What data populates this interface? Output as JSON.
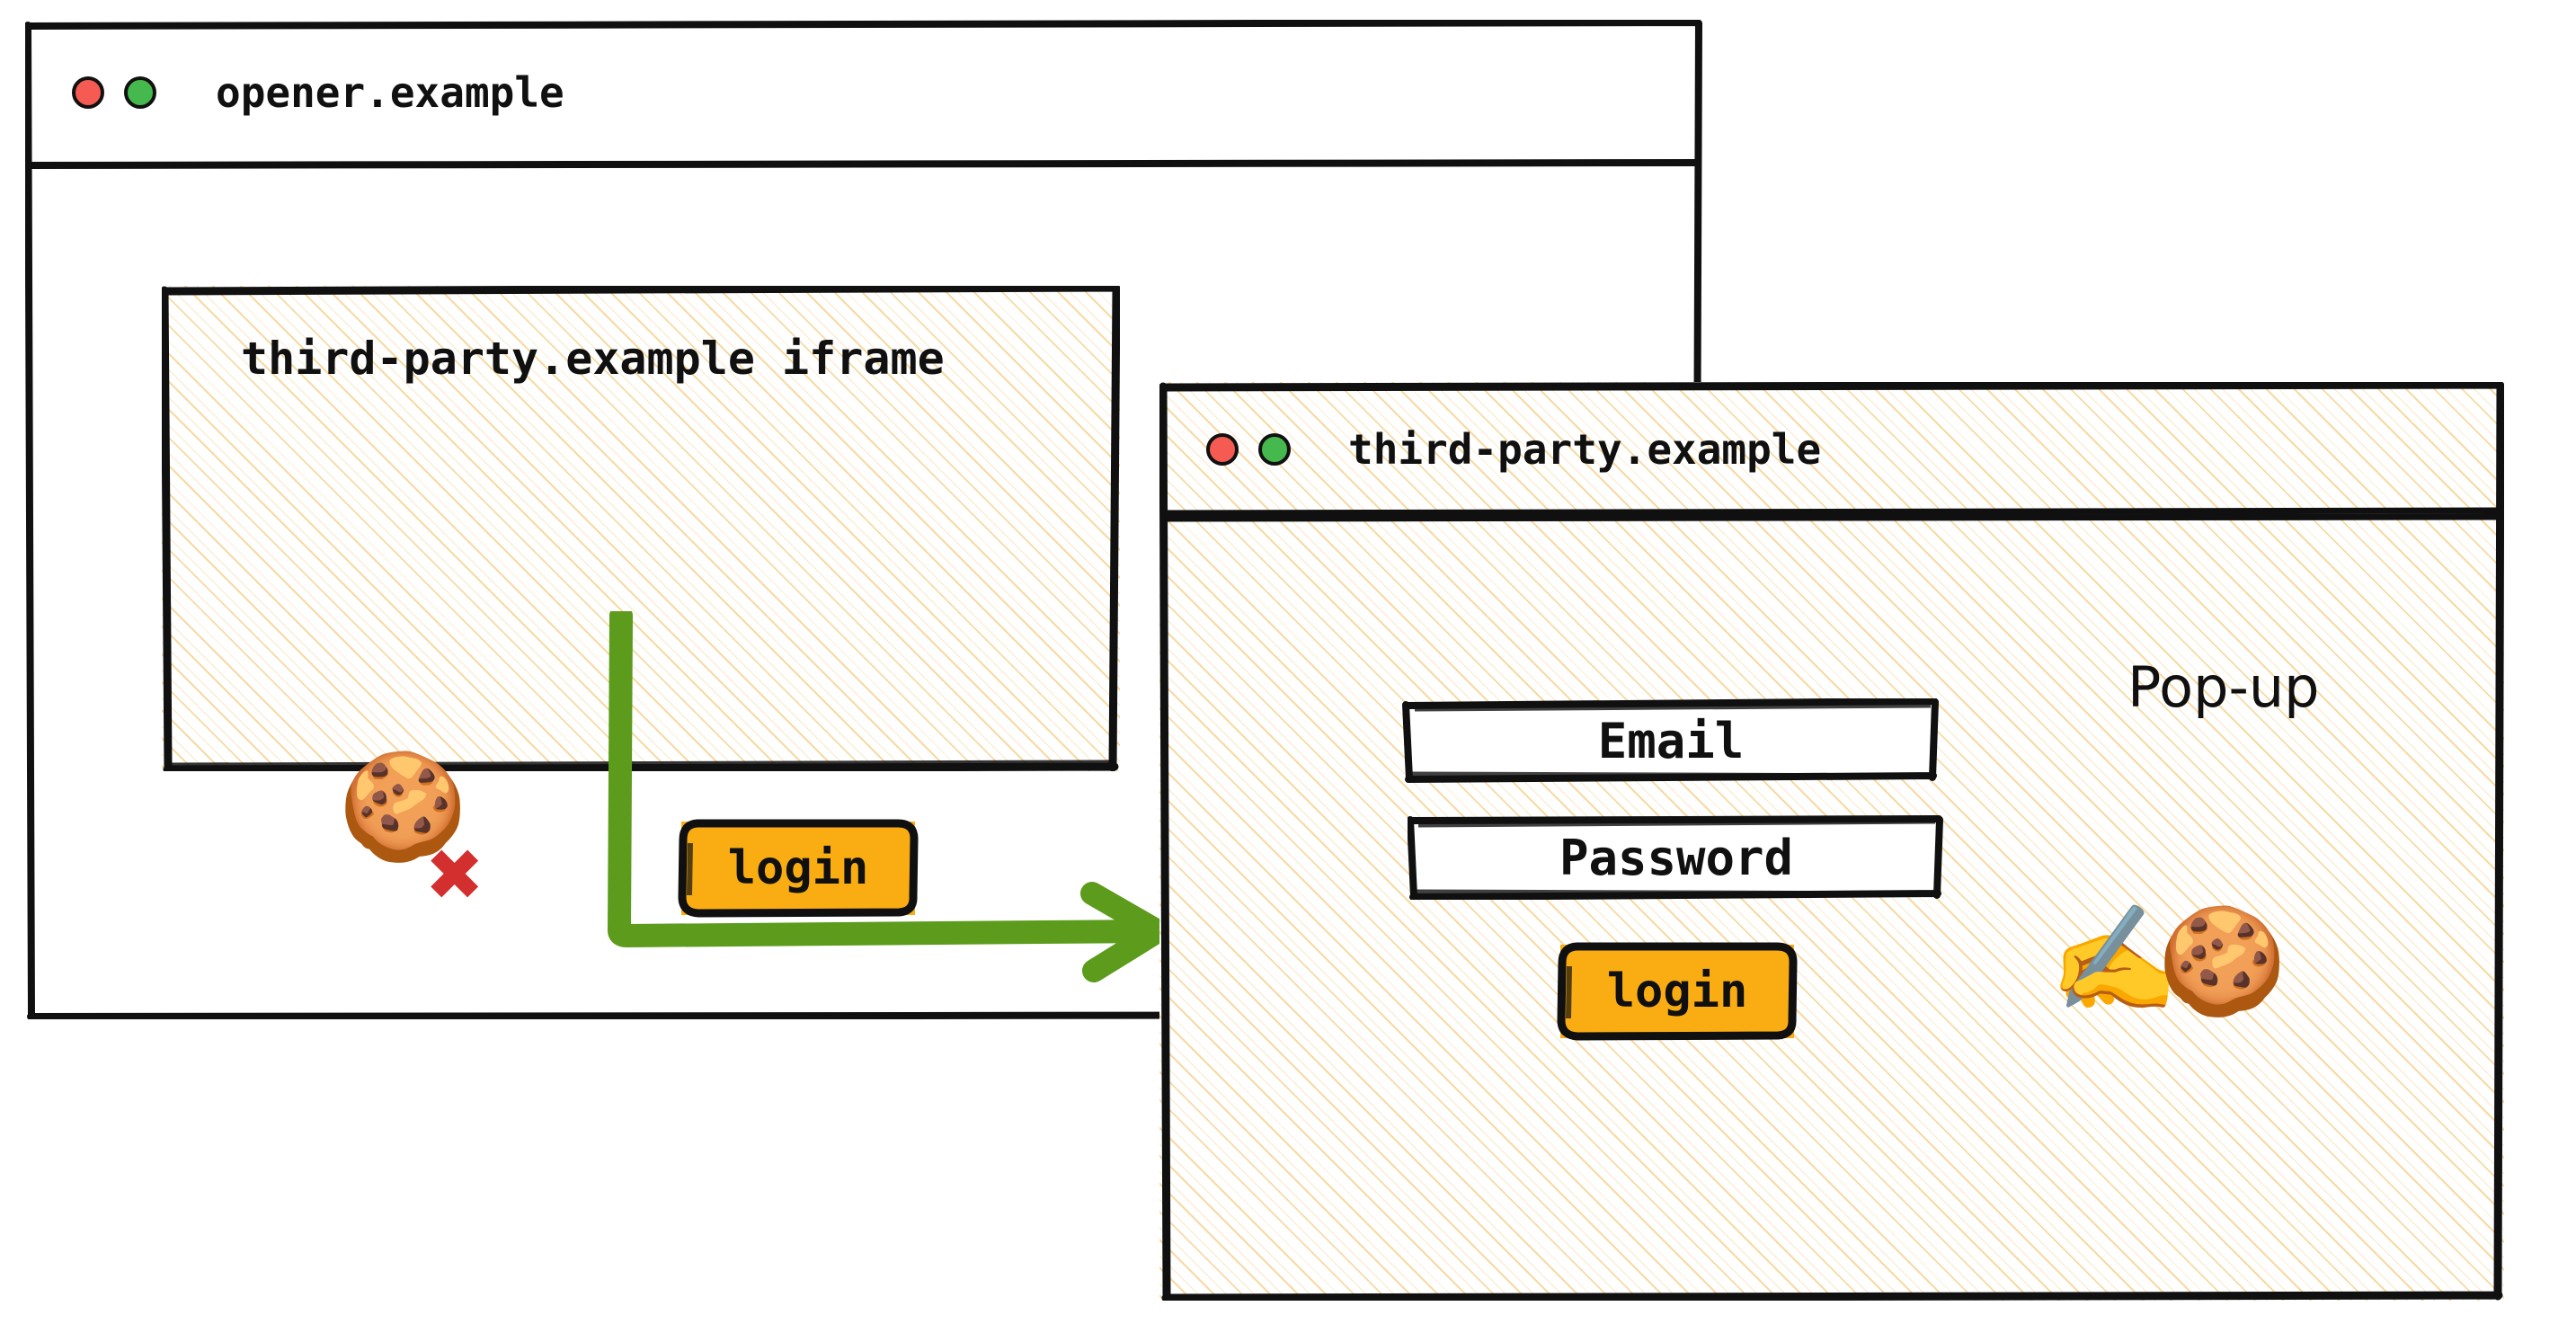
{
  "diagram": {
    "title": "Third-party login pop-up flow",
    "colors": {
      "accent_button": "#f9ad12",
      "arrow_green": "#5c9b1b",
      "cross_red": "#d32f2f",
      "dot_red": "#f55b52",
      "dot_green": "#45b94d",
      "hatch_tan": "#f4cd84",
      "stroke_black": "#101010"
    }
  },
  "opener_window": {
    "titlebar": {
      "title": "opener.example",
      "dots": [
        "close",
        "maximize"
      ]
    },
    "iframe": {
      "title": "third-party.example iframe",
      "cookie_icon": "🍪",
      "cross_icon": "✖",
      "cookie_status": "blocked",
      "login_button": "login"
    }
  },
  "popup_window": {
    "titlebar": {
      "title": "third-party.example",
      "dots": [
        "close",
        "maximize"
      ]
    },
    "label": "Pop-up",
    "fields": [
      {
        "label": "Email"
      },
      {
        "label": "Password"
      }
    ],
    "login_button": "login",
    "hand_icon": "✍️",
    "cookie_icon": "🍪",
    "cookie_status": "allowed"
  },
  "arrow": {
    "label": "",
    "from": "iframe login button",
    "to": "pop-up window",
    "color": "#5c9b1b"
  }
}
